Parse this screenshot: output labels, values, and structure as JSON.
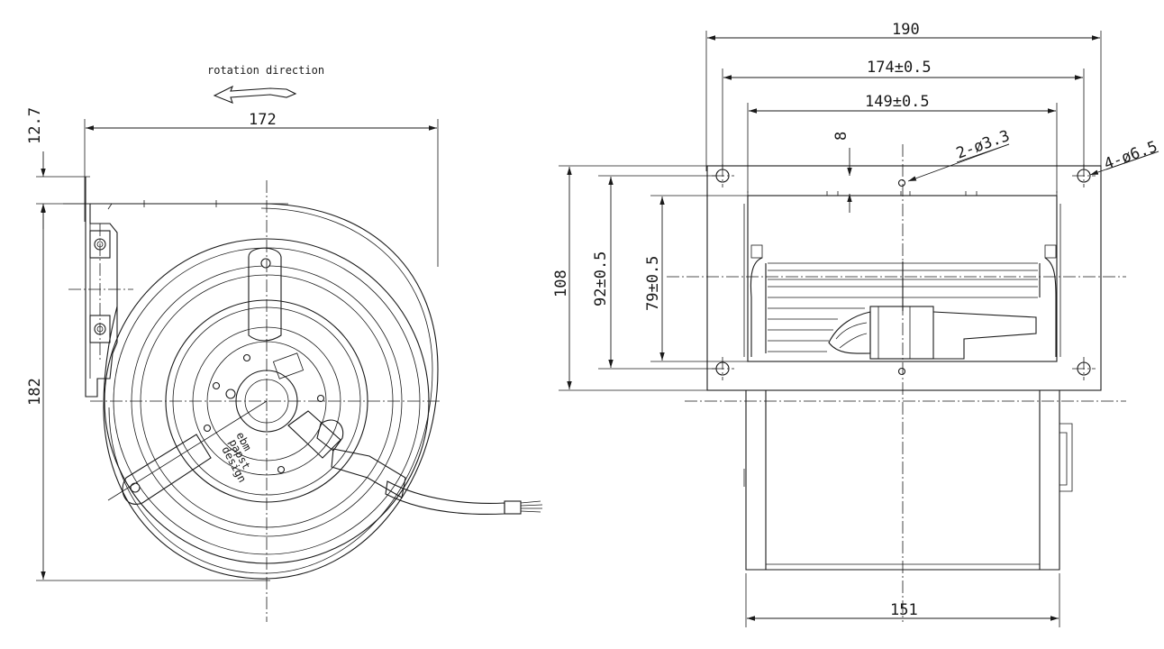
{
  "annotations": {
    "rotation_direction": "rotation direction",
    "motor_label": [
      "ebm",
      "papst",
      "design"
    ]
  },
  "dimensions": {
    "front_width": "172",
    "front_offset": "12.7",
    "front_height": "182",
    "side_total_width": "190",
    "side_hole_spacing": "174±0.5",
    "side_housing_width": "149±0.5",
    "side_height": "108",
    "side_hole_vertical": "92±0.5",
    "side_opening_height": "79±0.5",
    "small_offset": "8",
    "small_holes": "2-ø3.3",
    "large_holes": "4-ø6.5",
    "impeller_width": "151"
  }
}
